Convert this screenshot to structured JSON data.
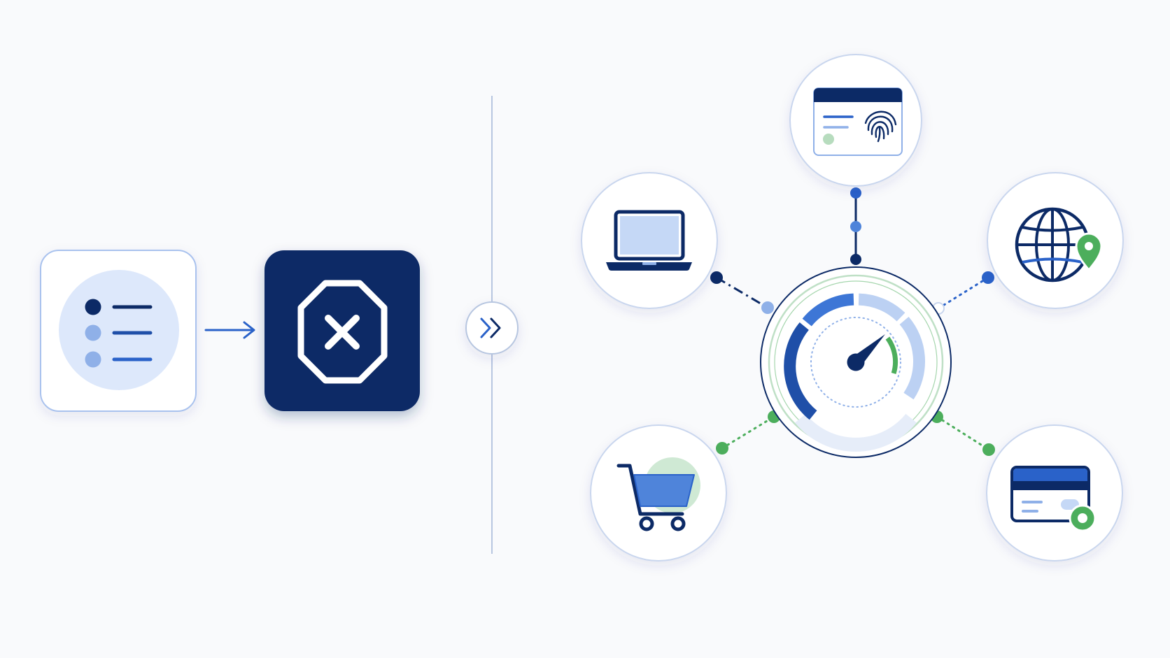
{
  "colors": {
    "navy": "#0c2a66",
    "blue": "#2a62c9",
    "light_blue": "#8fb0e8",
    "pale_blue": "#dde8fb",
    "green": "#4cae5c",
    "pale_green": "#cfe9d4",
    "card_border": "#a9c2ee",
    "circle_border": "#c9d6ee",
    "background": "#f9fafc"
  },
  "left_flow": {
    "list_card": {
      "icon": "list-icon"
    },
    "arrow": {
      "icon": "arrow-right-icon"
    },
    "block_card": {
      "icon": "stop-sign-x-icon"
    }
  },
  "divider": {
    "icon": "double-chevron-right-icon"
  },
  "hub": {
    "center": {
      "icon": "speedometer-gauge-icon",
      "gauge_level": 0.6
    },
    "nodes": [
      {
        "id": "biometric-card",
        "icon": "fingerprint-card-icon"
      },
      {
        "id": "laptop",
        "icon": "laptop-icon"
      },
      {
        "id": "globe-location",
        "icon": "globe-location-pin-icon"
      },
      {
        "id": "shopping-cart",
        "icon": "shopping-cart-icon"
      },
      {
        "id": "credit-card",
        "icon": "credit-card-check-icon"
      }
    ]
  }
}
